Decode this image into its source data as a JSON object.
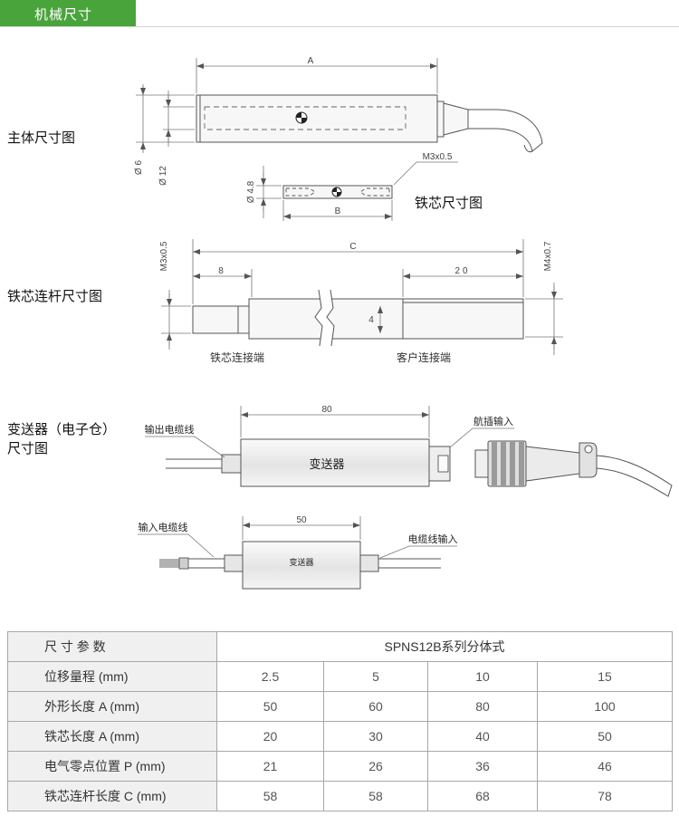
{
  "header": {
    "title": "机械尺寸"
  },
  "colors": {
    "accent": "#4aa43c",
    "line": "#555555",
    "label_cell_bg": "#f0f0f0"
  },
  "drawings": {
    "body": {
      "label": "主体尺寸图",
      "dim_a": "A",
      "dia_inner": "Ø 6",
      "dia_outer": "Ø 12"
    },
    "core": {
      "label": "铁芯尺寸图",
      "dia": "Ø 4.8",
      "dim_b": "B",
      "thread": "M3x0.5"
    },
    "rod": {
      "label": "铁芯连杆尺寸图",
      "dim_c": "C",
      "dim_left": "8",
      "dim_right": "20",
      "dim_dia": "4",
      "thread_left": "M3x0.5",
      "thread_right": "M4x0.7",
      "core_end_label": "铁芯连接端",
      "customer_end_label": "客户连接端"
    },
    "transmitter": {
      "label_line1": "变送器（电子仓）",
      "label_line2": "尺寸图",
      "large": {
        "dim": "80",
        "body_label": "变送器",
        "output_cable": "输出电缆线",
        "connector_input": "航插输入"
      },
      "small": {
        "dim": "50",
        "body_label": "变送器",
        "input_cable": "输入电缆线",
        "cable_input": "电缆线输入"
      }
    }
  },
  "table": {
    "param_header": "尺 寸 参 数",
    "series_header": "SPNS12B系列分体式",
    "rows": [
      {
        "label": "位移量程 (mm)",
        "values": [
          "2.5",
          "5",
          "10",
          "15"
        ]
      },
      {
        "label": "外形长度 A (mm)",
        "values": [
          "50",
          "60",
          "80",
          "100"
        ]
      },
      {
        "label": "铁芯长度 A (mm)",
        "values": [
          "20",
          "30",
          "40",
          "50"
        ]
      },
      {
        "label": "电气零点位置 P (mm)",
        "values": [
          "21",
          "26",
          "36",
          "46"
        ]
      },
      {
        "label": "铁芯连杆长度 C (mm)",
        "values": [
          "58",
          "58",
          "68",
          "78"
        ]
      }
    ]
  }
}
